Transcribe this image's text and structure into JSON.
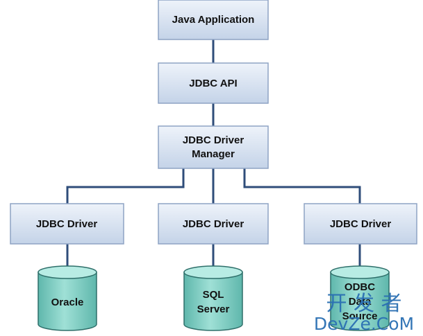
{
  "diagram": {
    "boxes": {
      "java_app": "Java Application",
      "jdbc_api": "JDBC API",
      "driver_manager": [
        "JDBC Driver",
        "Manager"
      ],
      "driver_left": "JDBC Driver",
      "driver_middle": "JDBC Driver",
      "driver_right": "JDBC Driver"
    },
    "databases": {
      "oracle": [
        "Oracle"
      ],
      "sql_server": [
        "SQL",
        "Server"
      ],
      "odbc": [
        "ODBC",
        "Data",
        "Source"
      ]
    },
    "colors": {
      "box_fill_top": "#eef3fa",
      "box_fill_bottom": "#c4d3e8",
      "box_stroke": "#8ea3c4",
      "connector": "#2f4d7a",
      "db_fill": "#7dcfc4",
      "db_top": "#b8ece4",
      "db_stroke": "#2e6f6a",
      "watermark": "#2a6fb3"
    }
  },
  "watermark": {
    "cn": "开 发 者",
    "en": "DevZe.CoM"
  }
}
